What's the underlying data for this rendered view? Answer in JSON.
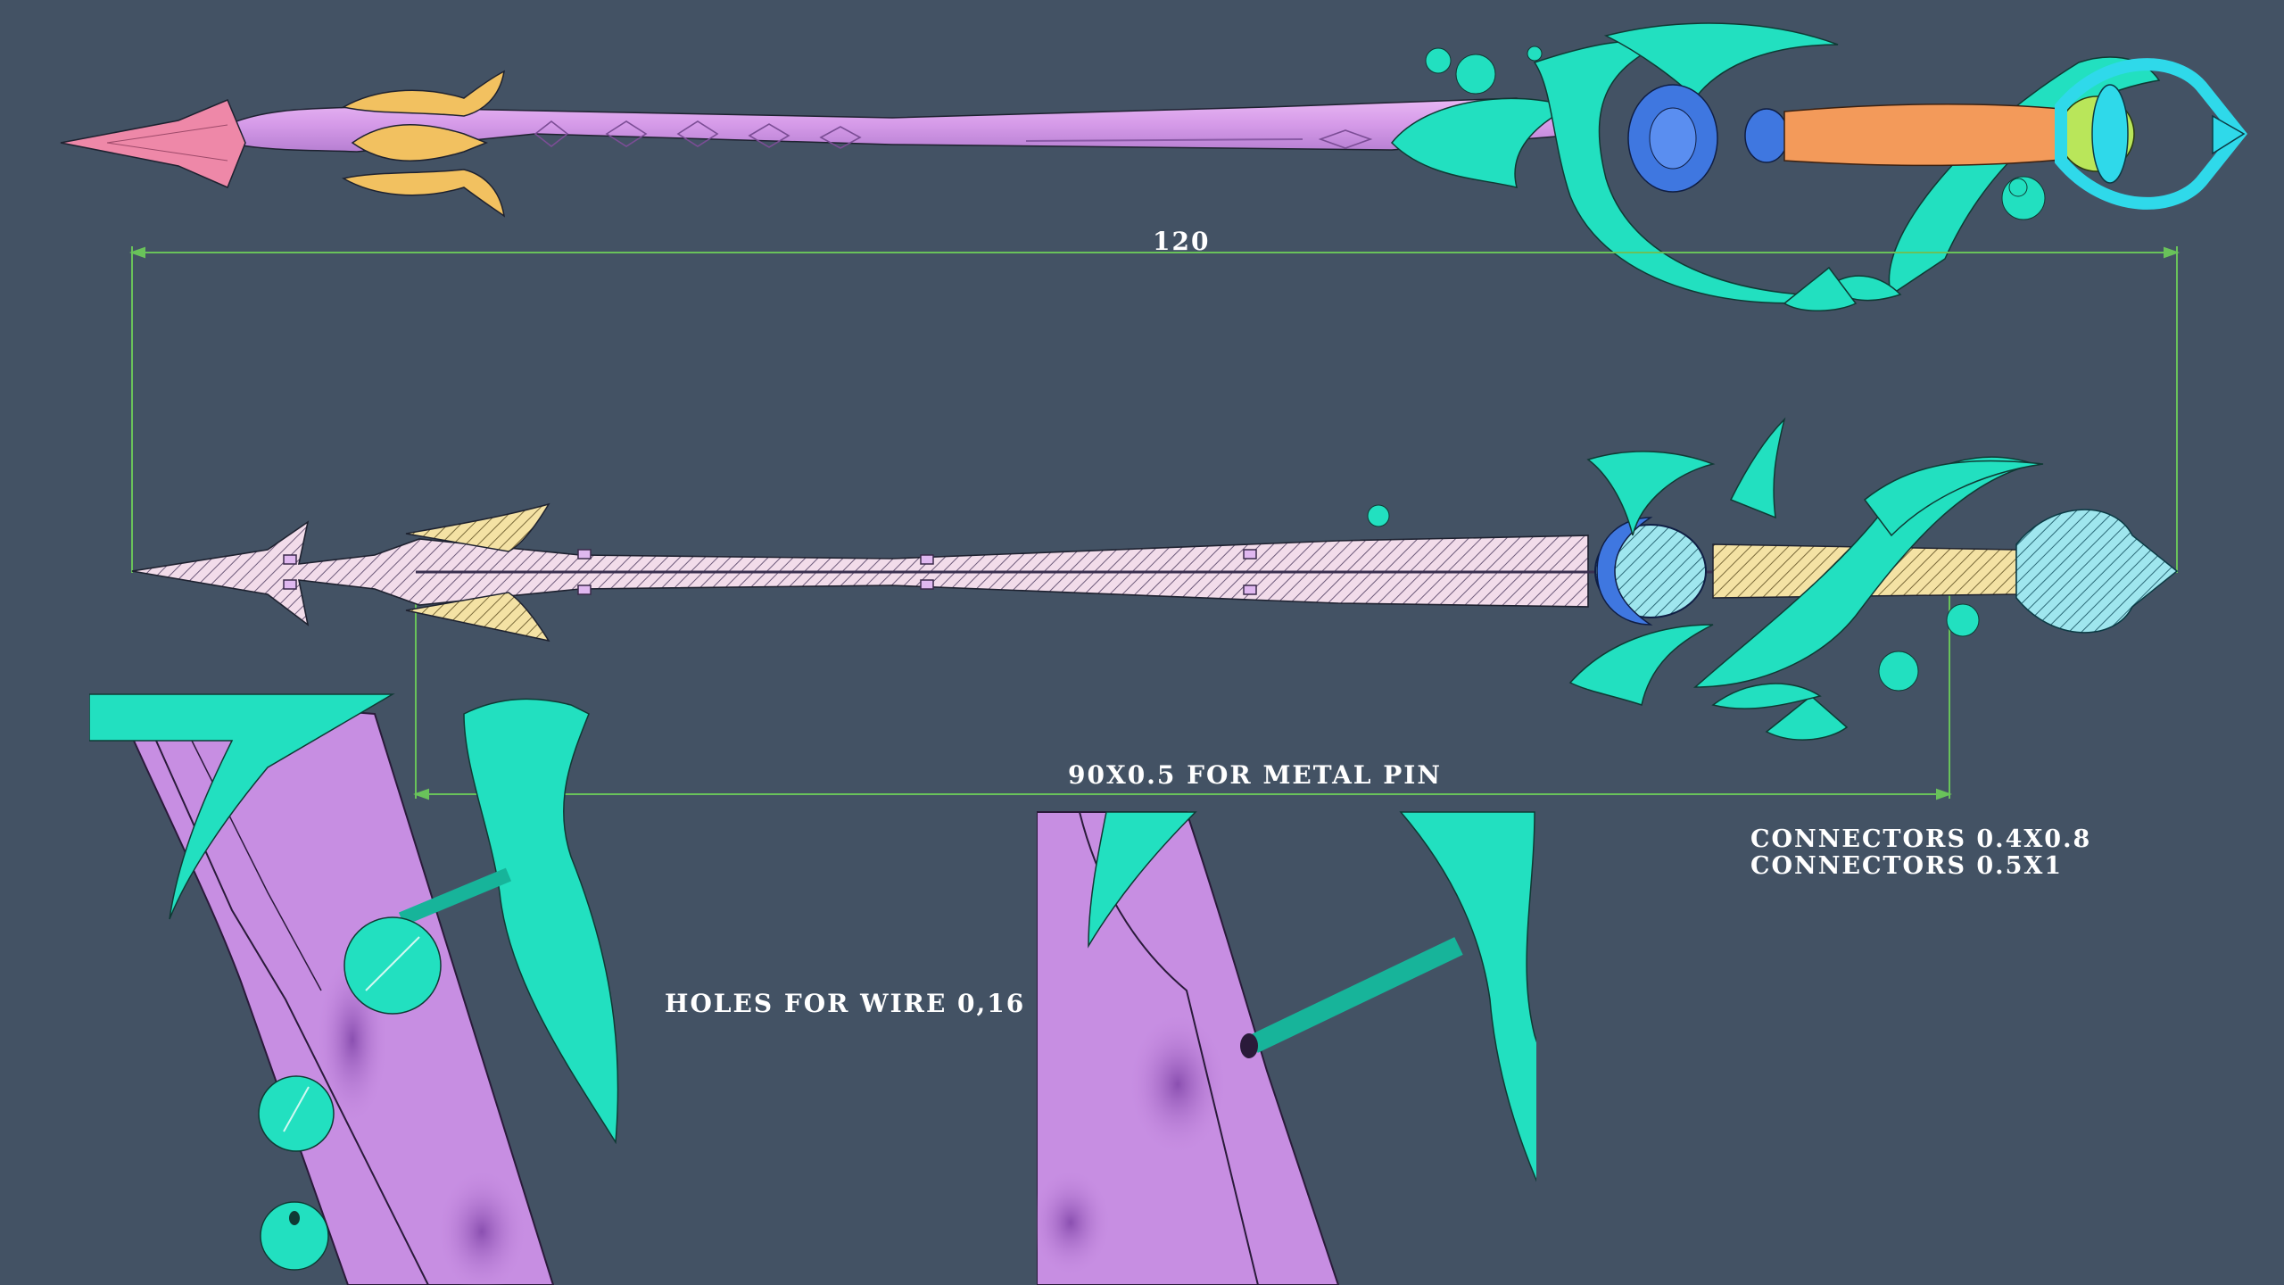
{
  "dimensions": {
    "overall_length": "120",
    "pin_length": "90X0.5 FOR METAL PIN"
  },
  "notes": {
    "wire_holes": "HOLES FOR WIRE 0,16",
    "connectors": [
      "CONNECTORS 0.4X0.8",
      "CONNECTORS 0.5X1"
    ]
  },
  "colors": {
    "background": "#435264",
    "shaft_purple": "#d59ae8",
    "tip_pink": "#ee88a8",
    "gold": "#f2c160",
    "teal": "#22e0c0",
    "teal_dark": "#13b39a",
    "blue": "#3f77e0",
    "orange": "#f39a5a",
    "lime": "#b9e65a",
    "cyan": "#2fd9ea",
    "dimension_line": "#69c25a",
    "outline": "#1e2230"
  }
}
